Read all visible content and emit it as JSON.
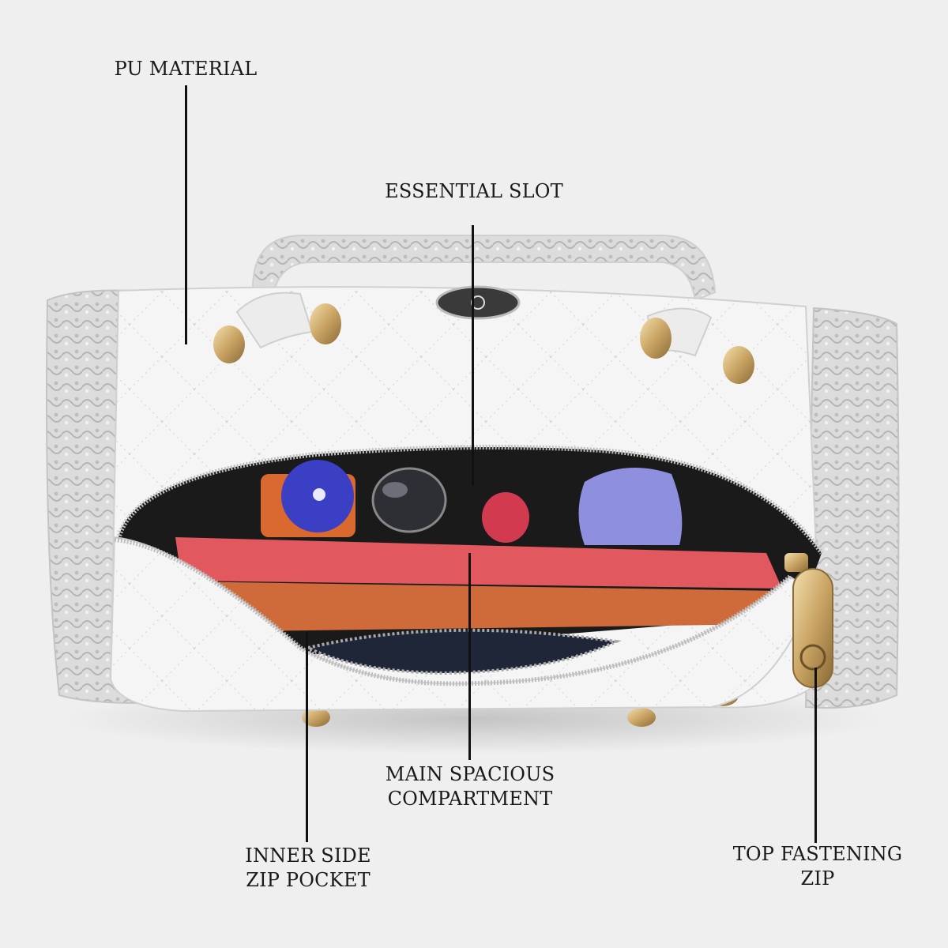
{
  "callouts": {
    "pu_material": "PU MATERIAL",
    "essential_slot": "ESSENTIAL SLOT",
    "main_compartment": "MAIN SPACIOUS\nCOMPARTMENT",
    "inner_zip_pocket": "INNER SIDE\nZIP POCKET",
    "top_zip": "TOP FASTENING\nZIP"
  },
  "colors": {
    "background": "#efefef",
    "bag_white": "#f4f4f4",
    "snakeskin_grey": "#c9c9c9",
    "hardware_gold": "#c9a464",
    "book_pink": "#e2585f",
    "book_orange": "#cf6a3a",
    "bottle_blue": "#3a3fc4",
    "container_lavender": "#8f8fe0",
    "lip_red": "#d23a50"
  }
}
